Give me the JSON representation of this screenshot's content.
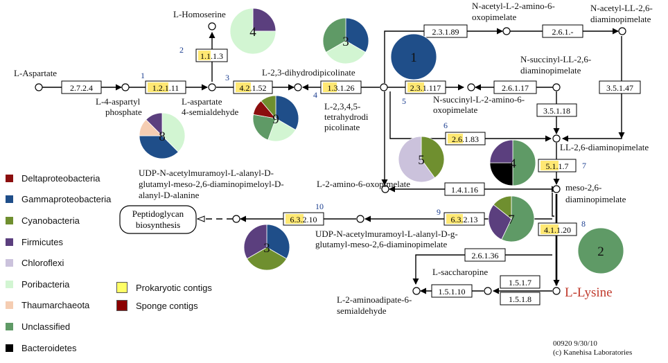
{
  "compounds": {
    "l_aspartate": "L-Aspartate",
    "l_homoserine": "L-Homoserine",
    "l4_aspartyl_phosphate": [
      "L-4-aspartyl",
      "phosphate"
    ],
    "l_aspartate_semialdehyde": [
      "L-aspartate",
      "4-semialdehyde"
    ],
    "dihydrodipicolinate": "L-2,3-dihydrodipicolinate",
    "tetrahydrodipicolinate": [
      "L-2,3,4,5-",
      "tetrahydrodi",
      "picolinate"
    ],
    "n_acetyl_oxopimelate": [
      "N-acetyl-L-2-amino-6-",
      "oxopimelate"
    ],
    "n_acetyl_diaminopimelate": [
      "N-acetyl-LL-2,6-",
      "diaminopimelate"
    ],
    "n_succinyl_diaminopimelate": [
      "N-succinyl-LL-2,6-",
      "diaminopimelate"
    ],
    "n_succinyl_oxopimelate": [
      "N-succinyl-L-2-amino-6-",
      "oxopimelate"
    ],
    "ll_diaminopimelate": "LL-2,6-diaminopimelate",
    "l2_amino_6_oxopimelate": "L-2-amino-6-oxopimelate",
    "meso_diaminopimelate": [
      "meso-2,6-",
      "diaminopimelate"
    ],
    "udp_alanine": [
      "UDP-N-acetylmuramoyl-L-alanyl-D-",
      "glutamyl-meso-2,6-diaminopimeloyl-D-",
      "alanyl-D-alanine"
    ],
    "udp_glutamyl": [
      "UDP-N-acetylmuramoyl-L-alanyl-D-g-",
      "glutamyl-meso-2,6-diaminopimelate"
    ],
    "peptidoglycan": [
      "Peptidoglycan",
      "biosynthesis"
    ],
    "l_saccharopine": "L-saccharopine",
    "aminoadipate_semialdehyde": [
      "L-2-aminoadipate-6-",
      "semialdehyde"
    ],
    "l_lysine": "L-Lysine"
  },
  "enzymes": {
    "e2724": "2.7.2.4",
    "e1213": "1.2.1.11",
    "e1113": "1.1.1.3",
    "e42152": "4.2.1.52",
    "e13126": "1.3.1.26",
    "e23189": "2.3.1.89",
    "e261": "2.6.1.-",
    "e231117": "2.3.1.117",
    "e26117": "2.6.1.17",
    "e35147": "3.5.1.47",
    "e35118": "3.5.1.18",
    "e26183": "2.6.1.83",
    "e5117": "5.1.1.7",
    "e14116": "1.4.1.16",
    "e63213": "6.3.2.13",
    "e63210": "6.3.2.10",
    "e41120": "4.1.1.20",
    "e26136": "2.6.1.36",
    "e1517": "1.5.1.7",
    "e15110": "1.5.1.10",
    "e1518": "1.5.1.8"
  },
  "step_numbers": [
    "1",
    "2",
    "3",
    "4",
    "5",
    "6",
    "7",
    "8",
    "9",
    "10"
  ],
  "pies": [
    {
      "label": "4",
      "slices": [
        {
          "group": "Firmicutes",
          "value": 25
        },
        {
          "group": "Poribacteria",
          "value": 75
        }
      ]
    },
    {
      "label": "3",
      "slices": [
        {
          "group": "Gammaproteobacteria",
          "value": 33.3
        },
        {
          "group": "Poribacteria",
          "value": 33.3
        },
        {
          "group": "Unclassified",
          "value": 33.3
        }
      ]
    },
    {
      "label": "1",
      "slices": [
        {
          "group": "Gammaproteobacteria",
          "value": 100
        }
      ]
    },
    {
      "label": "8",
      "slices": [
        {
          "group": "Poribacteria",
          "value": 37.5
        },
        {
          "group": "Gammaproteobacteria",
          "value": 37.5
        },
        {
          "group": "Thaumarchaeota",
          "value": 12.5
        },
        {
          "group": "Firmicutes",
          "value": 12.5
        }
      ]
    },
    {
      "label": "9",
      "slices": [
        {
          "group": "Gammaproteobacteria",
          "value": 33.3
        },
        {
          "group": "Poribacteria",
          "value": 22.2
        },
        {
          "group": "Unclassified",
          "value": 22.2
        },
        {
          "group": "Deltaproteobacteria",
          "value": 11.1
        },
        {
          "group": "Cyanobacteria",
          "value": 11.1
        }
      ]
    },
    {
      "label": "5",
      "slices": [
        {
          "group": "Cyanobacteria",
          "value": 40
        },
        {
          "group": "Chloroflexi",
          "value": 60
        }
      ]
    },
    {
      "label": "4",
      "slices": [
        {
          "group": "Unclassified",
          "value": 50
        },
        {
          "group": "Bacteroidetes",
          "value": 25
        },
        {
          "group": "Firmicutes",
          "value": 25
        }
      ]
    },
    {
      "label": "7",
      "slices": [
        {
          "group": "Unclassified",
          "value": 57.1
        },
        {
          "group": "Firmicutes",
          "value": 28.6
        },
        {
          "group": "Cyanobacteria",
          "value": 14.3
        }
      ]
    },
    {
      "label": "3",
      "slices": [
        {
          "group": "Gammaproteobacteria",
          "value": 33.3
        },
        {
          "group": "Cyanobacteria",
          "value": 33.3
        },
        {
          "group": "Firmicutes",
          "value": 33.3
        }
      ]
    },
    {
      "label": "2",
      "slices": [
        {
          "group": "Unclassified",
          "value": 100
        }
      ]
    }
  ],
  "legend": [
    {
      "name": "Deltaproteobacteria",
      "color": "#8b0e0e"
    },
    {
      "name": "Gammaproteobacteria",
      "color": "#1f4e89"
    },
    {
      "name": "Cyanobacteria",
      "color": "#6f8f2f"
    },
    {
      "name": "Firmicutes",
      "color": "#5b3f7e"
    },
    {
      "name": "Chloroflexi",
      "color": "#cbc2dc"
    },
    {
      "name": "Poribacteria",
      "color": "#d2f5d2"
    },
    {
      "name": "Thaumarchaeota",
      "color": "#f5cdb2"
    },
    {
      "name": "Unclassified",
      "color": "#5f9a66"
    },
    {
      "name": "Bacteroidetes",
      "color": "#000000"
    }
  ],
  "contig_legend": [
    {
      "name": "Prokaryotic contigs",
      "color": "#ffff66"
    },
    {
      "name": "Sponge contigs",
      "color": "#8b0000"
    }
  ],
  "colors": {
    "highlight": "#ffe873",
    "lysine": "#c0392b",
    "arrow": "#000000",
    "step_number": "#1a3d8f"
  },
  "footer": {
    "map_id": "00920 9/30/10",
    "credit": "(c) Kanehisa Laboratories"
  }
}
